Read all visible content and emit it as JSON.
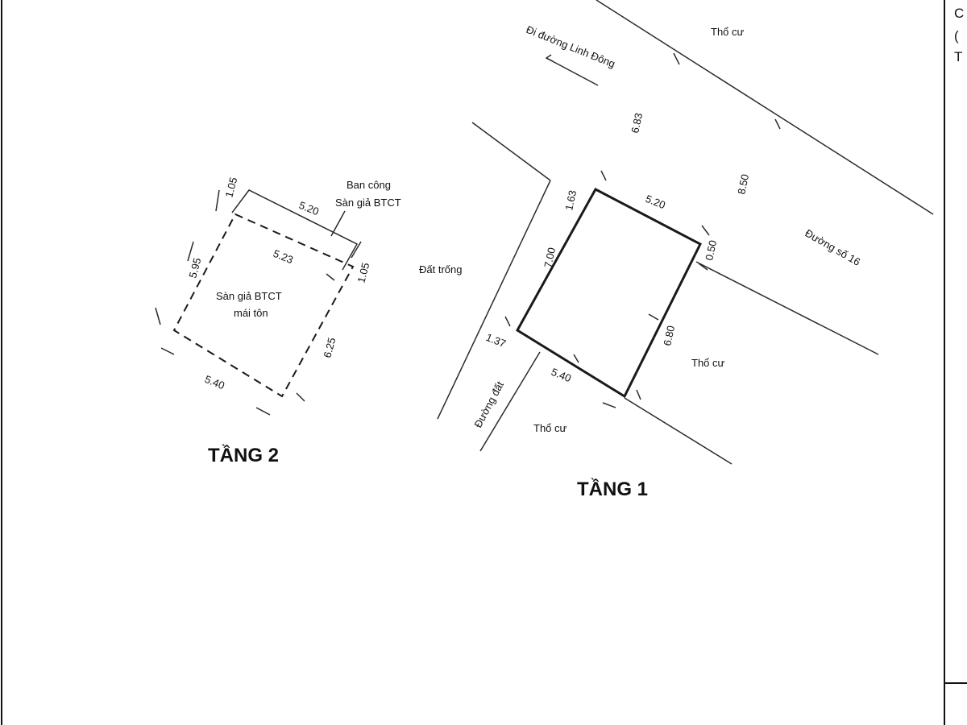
{
  "floor1": {
    "title": "TẦNG 1",
    "labels": {
      "north_plot": "Thổ cư",
      "east_plot": "Thổ cư",
      "south_plot": "Thổ cư",
      "vacant_land": "Đất trống",
      "main_road": "Đường số 16",
      "dirt_road": "Đường đất",
      "direction_note": "Đi đường Linh Đông"
    },
    "dimensions": {
      "top": "5.20",
      "left": "7.00",
      "right": "6.80",
      "bottom": "5.40",
      "corner_top_left": "1.63",
      "corner_top_right": "0.50",
      "corner_bottom_left": "1.37",
      "road_width_a": "6.83",
      "road_width_b": "8.50"
    }
  },
  "floor2": {
    "title": "TẦNG 2",
    "labels": {
      "balcony_line1": "Ban công",
      "balcony_line2": "Sàn giả BTCT",
      "floor_line1": "Sàn giả BTCT",
      "floor_line2": "mái tôn"
    },
    "dimensions": {
      "top": "5.20",
      "inner_top": "5.23",
      "left": "5.95",
      "right": "6.25",
      "bottom": "5.40",
      "balcony_left": "1.05",
      "balcony_right": "1.05"
    }
  },
  "right_edge_text": [
    "C",
    "(",
    "T"
  ]
}
